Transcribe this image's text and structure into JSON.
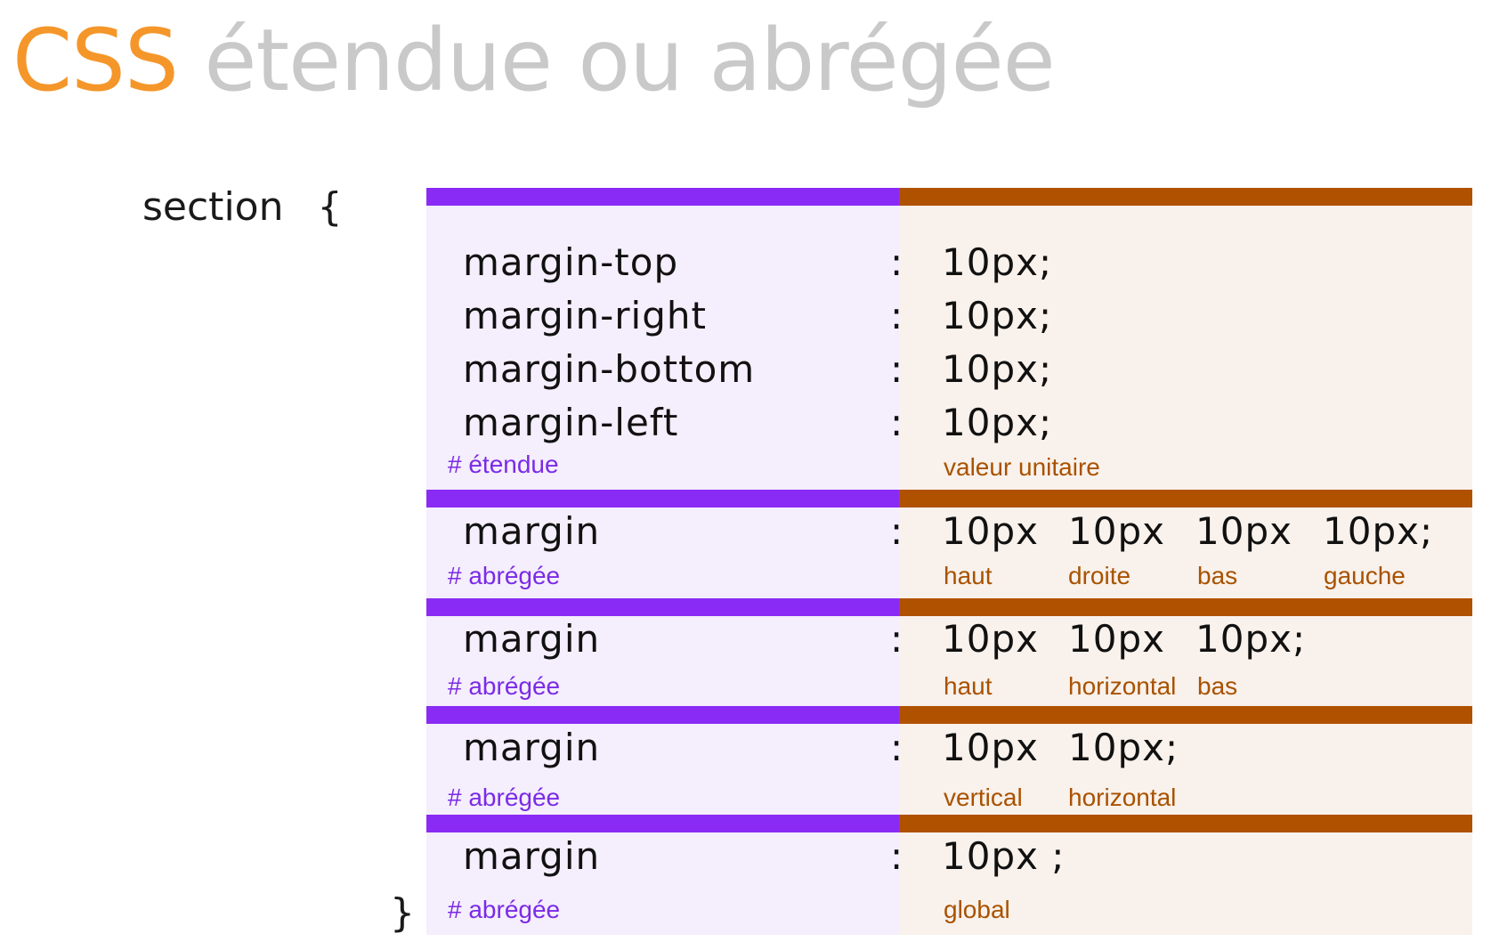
{
  "title": {
    "accent": "CSS",
    "rest": "étendue ou abrégée"
  },
  "selector": "section {",
  "closing_brace": "}",
  "block_longhand": {
    "rows": [
      {
        "property": "margin-top",
        "colon": ":",
        "value": "10px;"
      },
      {
        "property": "margin-right",
        "colon": ":",
        "value": "10px;"
      },
      {
        "property": "margin-bottom",
        "colon": ":",
        "value": "10px;"
      },
      {
        "property": "margin-left",
        "colon": ":",
        "value": "10px;"
      }
    ],
    "tag": "# étendue",
    "note": "valeur unitaire"
  },
  "block_four_values": {
    "property": "margin",
    "colon": ":",
    "values": [
      "10px",
      "10px",
      "10px",
      "10px;"
    ],
    "labels": [
      "haut",
      "droite",
      "bas",
      "gauche"
    ],
    "tag": "# abrégée"
  },
  "block_three_values": {
    "property": "margin",
    "colon": ":",
    "values": [
      "10px",
      "10px",
      "10px;"
    ],
    "labels": [
      "haut",
      "horizontal",
      "bas"
    ],
    "tag": "# abrégée"
  },
  "block_two_values": {
    "property": "margin",
    "colon": ":",
    "values": [
      "10px",
      "10px;"
    ],
    "labels": [
      "vertical",
      "horizontal"
    ],
    "tag": "# abrégée"
  },
  "block_one_value": {
    "property": "margin",
    "colon": ":",
    "values": [
      "10px ;"
    ],
    "labels": [
      "global"
    ],
    "tag": "# abrégée"
  },
  "colors": {
    "accent": "#f5962a",
    "title_gray": "#c9c9c9",
    "property_bar": "#8a2bf5",
    "value_bar": "#b05100",
    "property_bg": "#f5eefc",
    "value_bg": "#f9f1eb",
    "tag_text": "#7a2be6",
    "note_text": "#a85200"
  }
}
